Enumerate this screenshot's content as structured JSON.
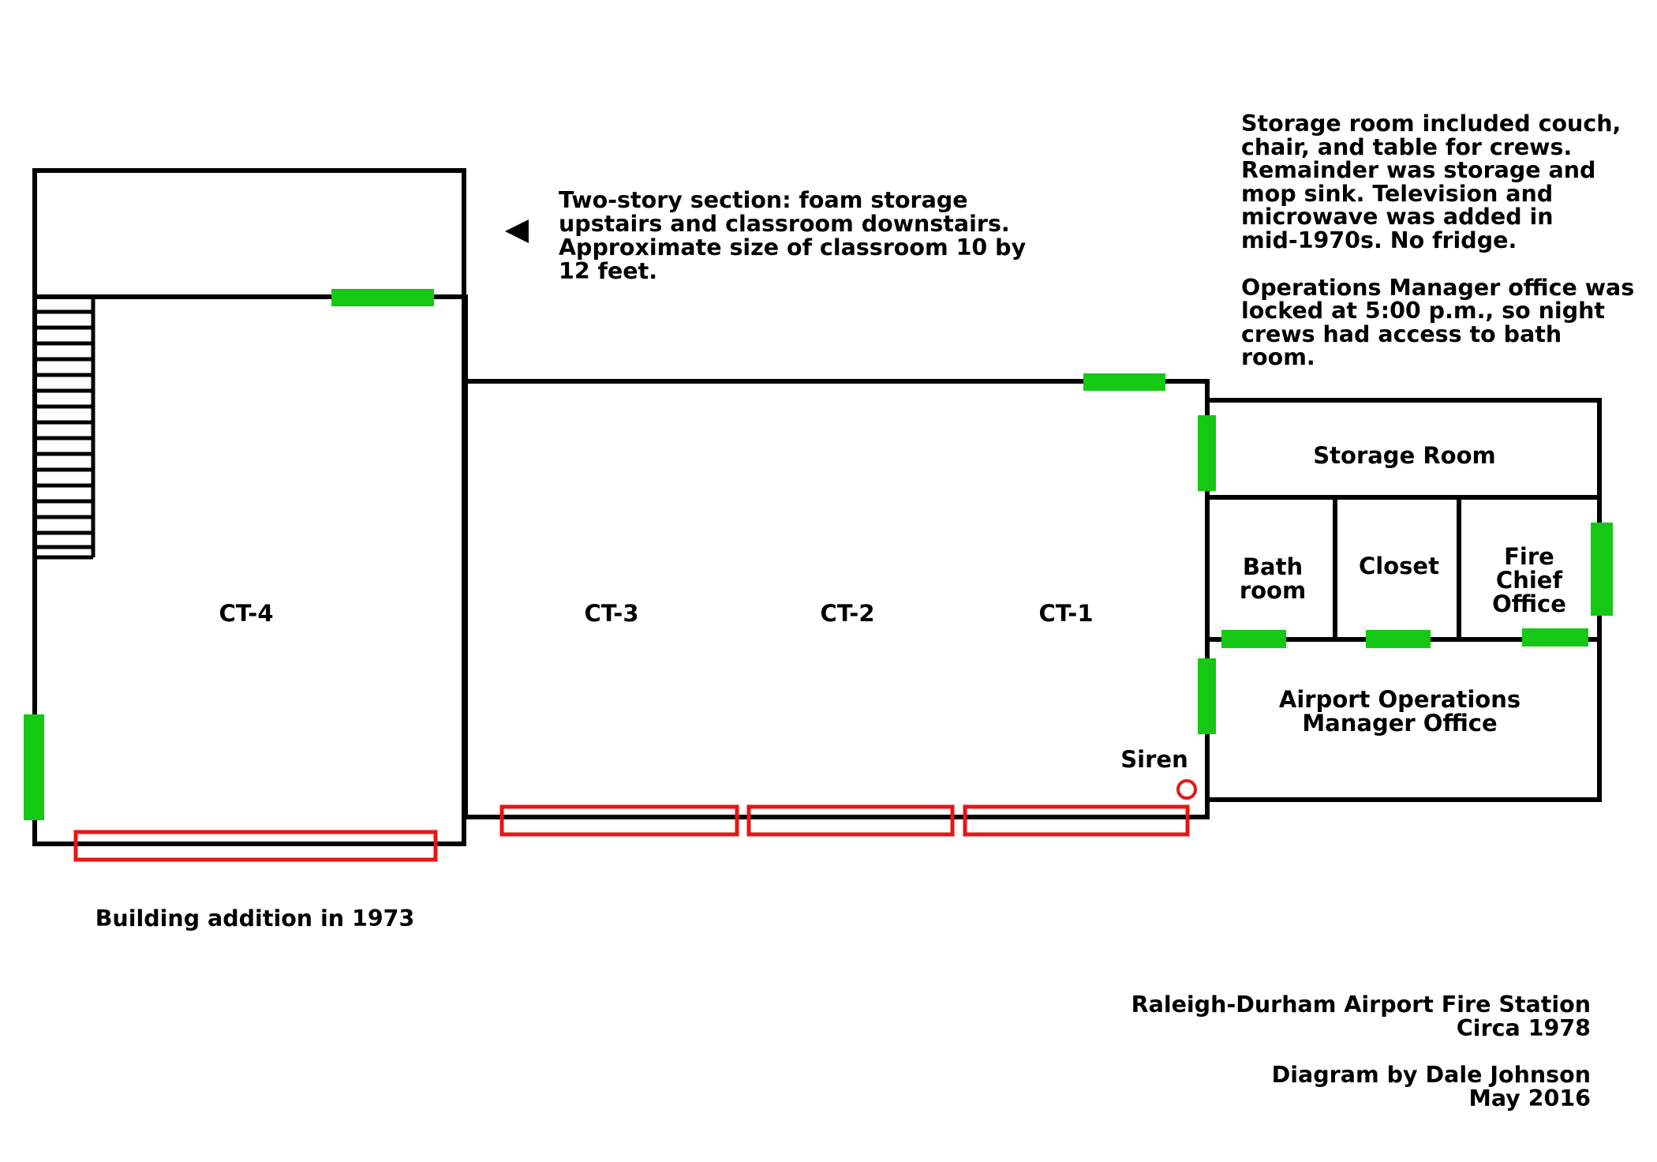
{
  "rooms": {
    "ct4": "CT-4",
    "ct3": "CT-3",
    "ct2": "CT-2",
    "ct1": "CT-1",
    "storage_room": "Storage Room",
    "bathroom": [
      "Bath",
      "room"
    ],
    "closet": "Closet",
    "fire_chief_office": [
      "Fire",
      "Chief",
      "Office"
    ],
    "airport_ops_office": [
      "Airport Operations",
      "Manager Office"
    ],
    "siren": "Siren"
  },
  "notes": {
    "two_story": [
      "Two-story section: foam storage",
      "upstairs and classroom downstairs.",
      "Approximate size of classroom 10 by",
      "12 feet."
    ],
    "storage": [
      "Storage room included couch,",
      "chair, and table for crews.",
      "Remainder was storage and",
      "mop sink. Television and",
      "microwave was added in",
      "mid-1970s. No fridge."
    ],
    "ops_manager": [
      "Operations Manager office was",
      "locked at 5:00 p.m., so night",
      "crews had access to bath",
      "room."
    ],
    "addition": "Building addition in 1973"
  },
  "credits": {
    "title": "Raleigh-Durham Airport Fire Station",
    "date": "Circa 1978",
    "author": "Diagram by Dale Johnson",
    "made": "May 2016"
  },
  "legend_colors": {
    "door": "#14c814",
    "bay_door": "#e81414",
    "wall": "#000000"
  }
}
